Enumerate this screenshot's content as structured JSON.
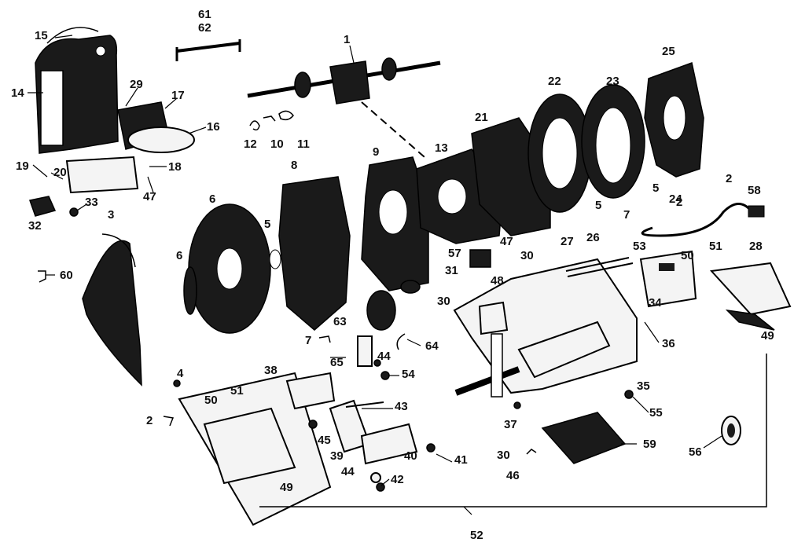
{
  "diagram": {
    "part_numbers": [
      "1",
      "2",
      "2",
      "2",
      "3",
      "4",
      "5",
      "5",
      "5",
      "6",
      "6",
      "7",
      "7",
      "8",
      "9",
      "10",
      "11",
      "12",
      "13",
      "14",
      "15",
      "16",
      "17",
      "18",
      "19",
      "20",
      "21",
      "22",
      "23",
      "24",
      "25",
      "26",
      "27",
      "28",
      "29",
      "30",
      "30",
      "30",
      "31",
      "32",
      "33",
      "34",
      "35",
      "36",
      "37",
      "38",
      "39",
      "40",
      "41",
      "42",
      "43",
      "44",
      "44",
      "45",
      "46",
      "47",
      "47",
      "48",
      "49",
      "49",
      "50",
      "50",
      "51",
      "51",
      "52",
      "53",
      "54",
      "55",
      "56",
      "57",
      "58",
      "59",
      "60",
      "61",
      "62",
      "63",
      "64",
      "65"
    ]
  }
}
